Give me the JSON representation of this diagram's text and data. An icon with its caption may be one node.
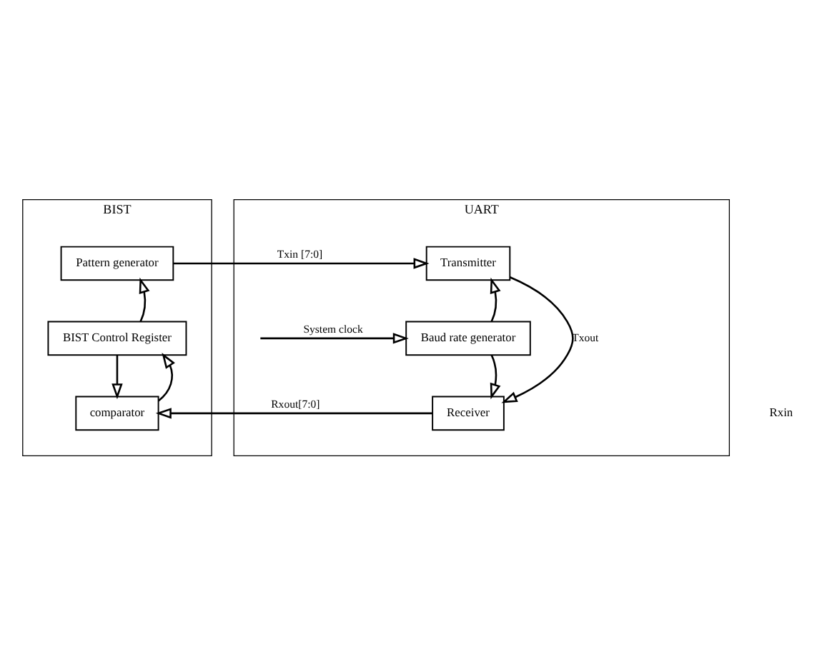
{
  "diagram": {
    "nodes": [
      {
        "text": [
          "BIST"
        ]
      },
      {
        "text": [
          "UART"
        ]
      },
      {
        "text": [
          "Pattern generator"
        ],
        "in": 0
      },
      {
        "text": [
          "BIST Control Register"
        ],
        "in": 0
      },
      {
        "text": [
          "comparator"
        ],
        "in": 0
      },
      {
        "text": [
          "Transmitter"
        ],
        "in": 1
      },
      {
        "text": [
          "Baud rate generator"
        ],
        "in": 1
      },
      {
        "text": [
          "Receiver"
        ],
        "in": 1
      }
    ],
    "edges": [
      {
        "from": 2,
        "to": 5,
        "arrow": "to",
        "label": "Txin [7:0]"
      },
      {
        "from": 3,
        "to": 2,
        "arrow": "to"
      },
      {
        "from": 3,
        "to": 4,
        "arrow": "to"
      },
      {
        "from": 4,
        "to": 3,
        "arrow": "to"
      },
      {
        "from": null,
        "to": 6,
        "arrow": "to",
        "label": "System clock"
      },
      {
        "from": 6,
        "to": 5,
        "arrow": "to"
      },
      {
        "from": 6,
        "to": 7,
        "arrow": "to"
      },
      {
        "from": 5,
        "to": 7,
        "arrow": "to",
        "label": "Txout"
      },
      {
        "from": 7,
        "to": 4,
        "arrow": "to",
        "label": "Rxout[7:0]"
      }
    ],
    "labels": [
      "Rxin"
    ]
  }
}
